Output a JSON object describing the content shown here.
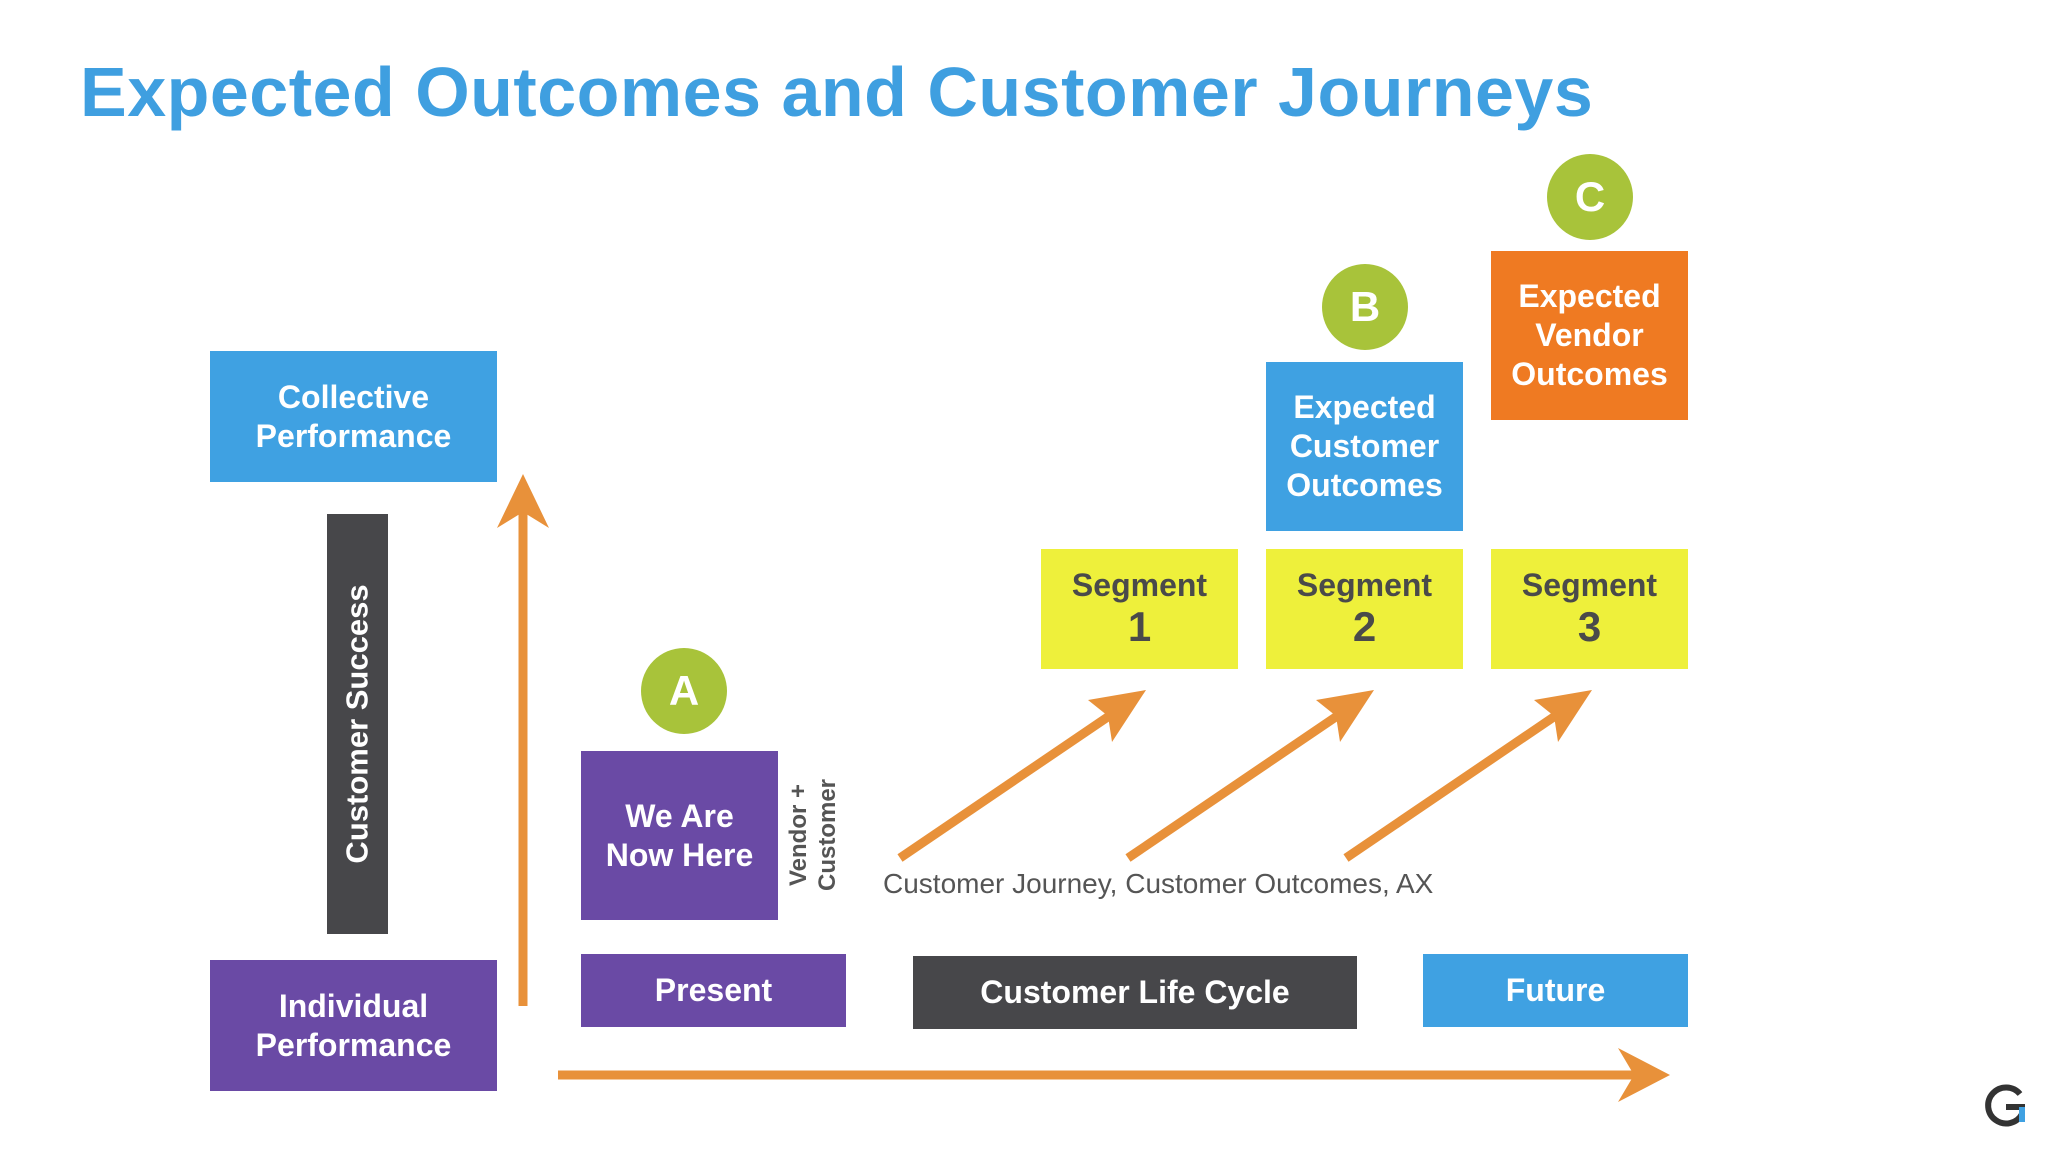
{
  "title": "Expected Outcomes and Customer Journeys",
  "boxes": {
    "collective_performance": "Collective\nPerformance",
    "individual_performance": "Individual\nPerformance",
    "customer_success": "Customer Success",
    "we_are_now_here": "We Are\nNow Here",
    "vendor_customer": "Vendor +\nCustomer",
    "present": "Present",
    "customer_life_cycle": "Customer Life Cycle",
    "future": "Future",
    "expected_customer_outcomes": "Expected\nCustomer\nOutcomes",
    "expected_vendor_outcomes": "Expected\nVendor\nOutcomes"
  },
  "segments": [
    {
      "label": "Segment",
      "number": "1"
    },
    {
      "label": "Segment",
      "number": "2"
    },
    {
      "label": "Segment",
      "number": "3"
    }
  ],
  "markers": {
    "a": "A",
    "b": "B",
    "c": "C"
  },
  "caption": "Customer Journey, Customer Outcomes, AX",
  "colors": {
    "title_blue": "#3f9fe0",
    "box_blue": "#3fa1e2",
    "purple": "#6a4aa5",
    "dark_gray": "#47474a",
    "orange_box": "#ef7a22",
    "segment_yellow": "#eef03b",
    "marker_green": "#a8c33a",
    "arrow_orange": "#e8913a"
  },
  "icons": {
    "logo": "g-logo-icon"
  }
}
